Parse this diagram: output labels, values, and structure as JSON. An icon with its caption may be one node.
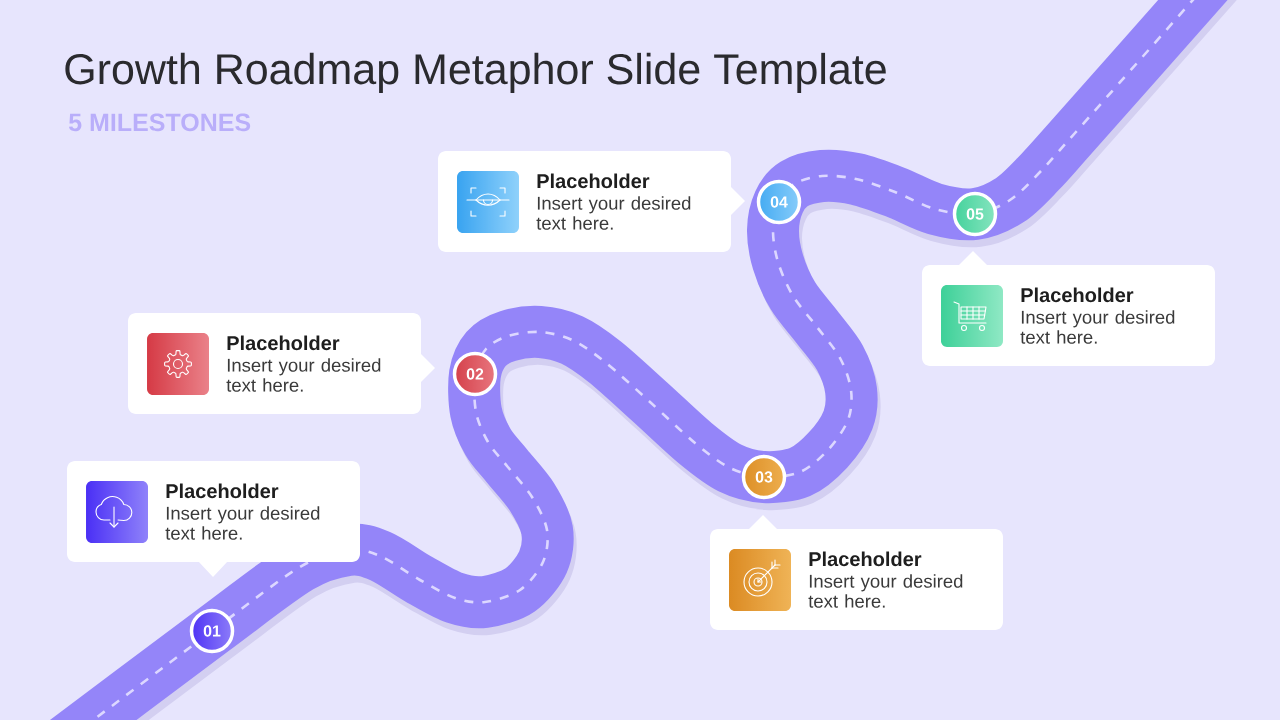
{
  "diagram": {
    "title": "Growth Roadmap Metaphor Slide Template",
    "nodes": [
      {
        "text": [
          "Placeholder",
          "Insert your desired text here."
        ]
      },
      {
        "text": [
          "01"
        ]
      },
      {
        "text": [
          "Placeholder",
          "Insert your desired text here."
        ]
      },
      {
        "text": [
          "02"
        ]
      },
      {
        "text": [
          "Placeholder",
          "Insert your desired text here."
        ]
      },
      {
        "text": [
          "03"
        ]
      },
      {
        "text": [
          "Placeholder",
          "Insert your desired text here."
        ]
      },
      {
        "text": [
          "04"
        ]
      },
      {
        "text": [
          "Placeholder",
          "Insert your desired text here."
        ]
      },
      {
        "text": [
          "05"
        ]
      }
    ],
    "labels": [
      "5 MILESTONES"
    ]
  }
}
